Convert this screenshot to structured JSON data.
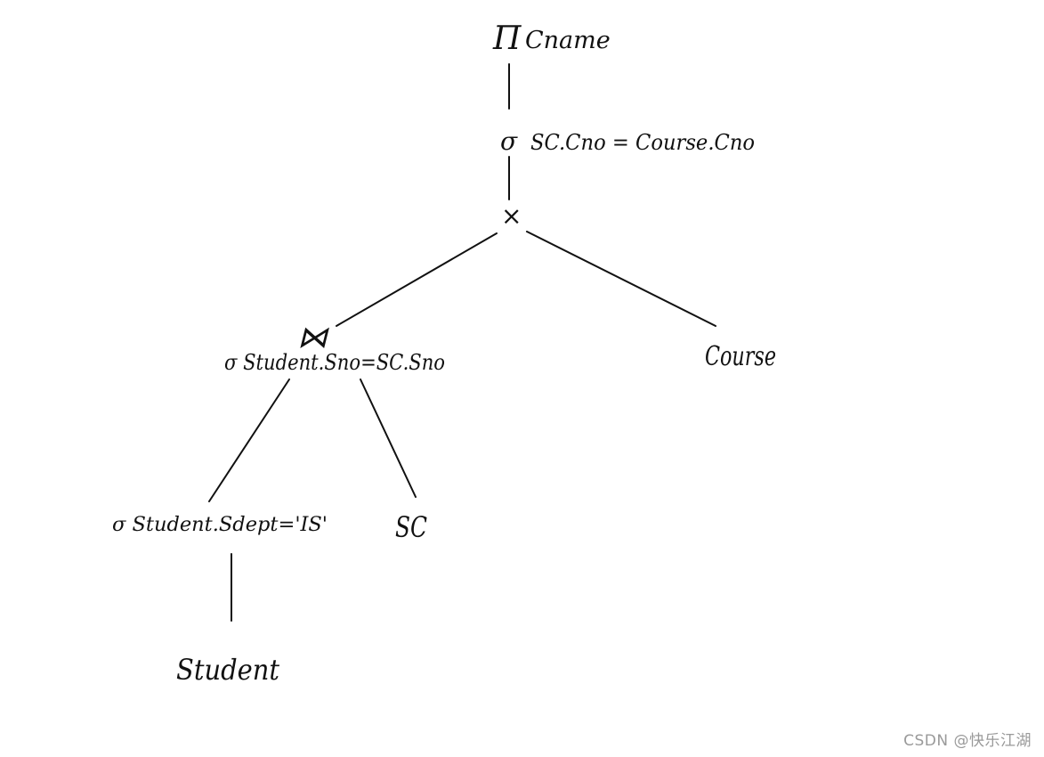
{
  "diagram": {
    "projection": {
      "symbol": "Π",
      "label": "Cname"
    },
    "selection_course": {
      "symbol": "σ",
      "label": "SC.Cno = Course.Cno"
    },
    "product": {
      "symbol": "×"
    },
    "join": {
      "symbol": "⋈",
      "label": "σ Student.Sno=SC.Sno"
    },
    "course": {
      "label": "Course"
    },
    "selection_student": {
      "label": "σ Student.Sdept='IS'"
    },
    "sc": {
      "label": "SC"
    },
    "student": {
      "label": "Student"
    }
  },
  "watermark": "CSDN @快乐江湖"
}
